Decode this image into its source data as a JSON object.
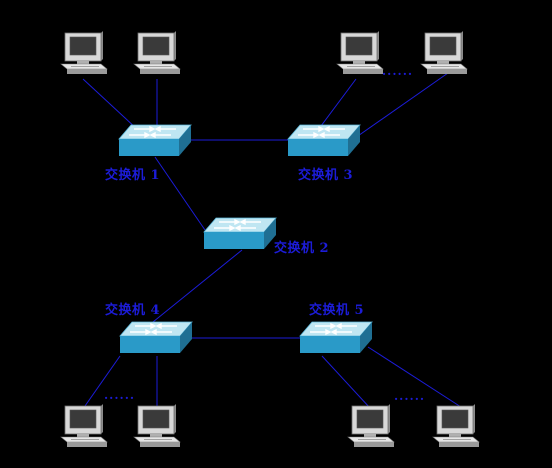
{
  "switches": [
    {
      "id": "s1",
      "label": "交换机 1"
    },
    {
      "id": "s2",
      "label": "交换机 2"
    },
    {
      "id": "s3",
      "label": "交换机 3"
    },
    {
      "id": "s4",
      "label": "交换机 4"
    },
    {
      "id": "s5",
      "label": "交换机 5"
    }
  ],
  "ellipsis": "......",
  "colors": {
    "background": "#000000",
    "link": "#1c1cd8",
    "label": "#1c1cd8",
    "switch_top": "#bfe6f2",
    "switch_front": "#2a9ac8",
    "switch_side": "#1f6f93",
    "pc_body": "#d8d8d8",
    "pc_shadow": "#8c8c8c"
  },
  "icons": {
    "switch": "network-switch-icon",
    "pc": "desktop-computer-icon"
  }
}
